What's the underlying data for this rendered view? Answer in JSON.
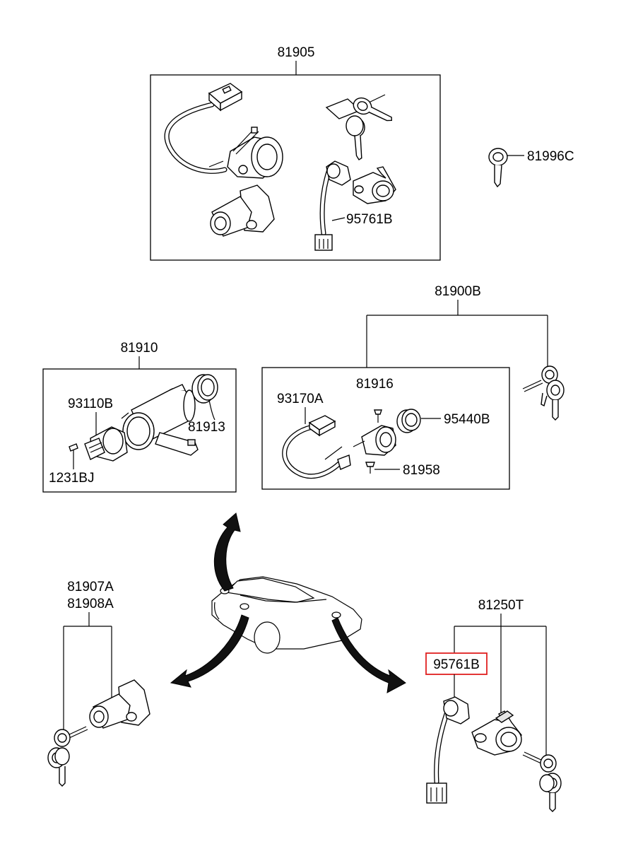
{
  "labels": {
    "kit_81905": "81905",
    "key_81996C": "81996C",
    "harness_95761B_top": "95761B",
    "kit_81910": "81910",
    "cyl_93110B": "93110B",
    "screw_1231BJ": "1231BJ",
    "cap_81913": "81913",
    "kit_81900B": "81900B",
    "harness_93170A": "93170A",
    "screw_81916": "81916",
    "cap_95440B": "95440B",
    "screw_81958": "81958",
    "door_81907A": "81907A",
    "door_81908A": "81908A",
    "set_81250T": "81250T",
    "harness_95761B_highlight": "95761B"
  },
  "colors": {
    "line": "#000000",
    "highlight": "#e02020",
    "background": "#ffffff"
  }
}
